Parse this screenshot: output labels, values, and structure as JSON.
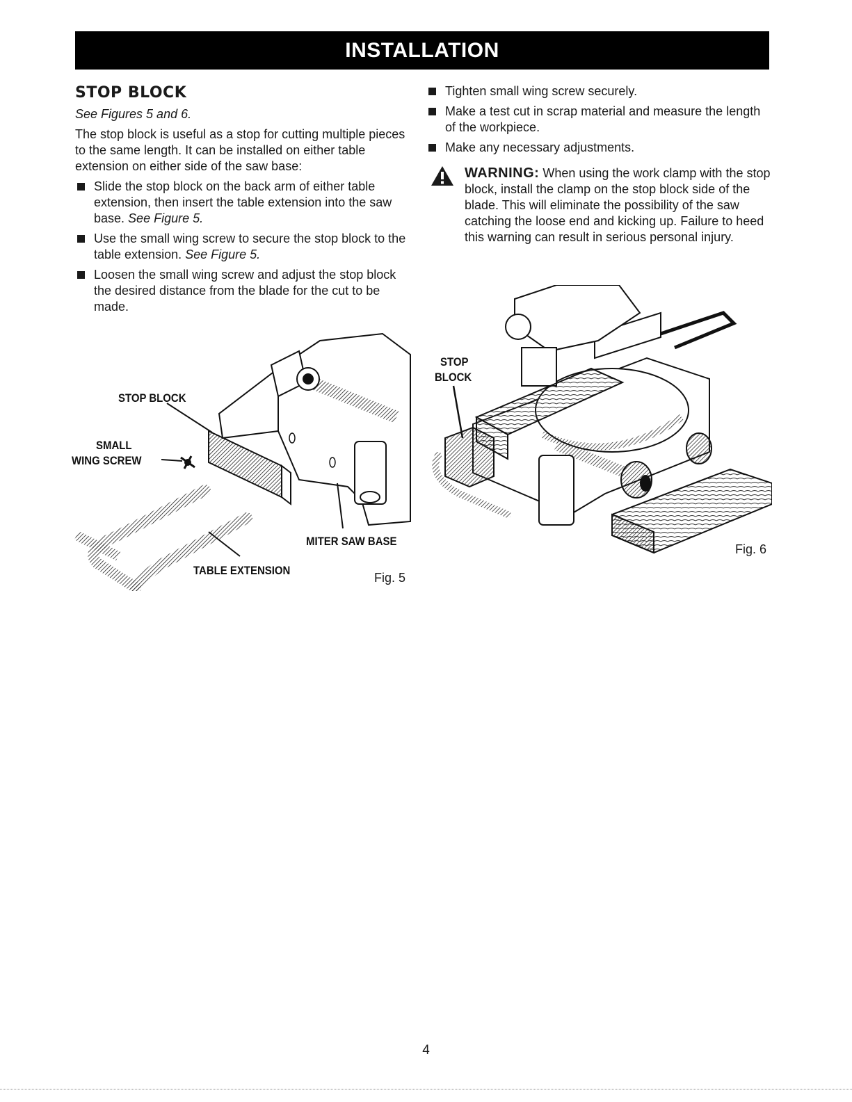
{
  "header": {
    "title": "INSTALLATION"
  },
  "section": {
    "title": "STOP BLOCK",
    "see_figures": "See Figures 5 and 6.",
    "intro": "The stop block is useful as a stop for cutting multiple pieces to the same length. It can be installed on either table extension on either side of the saw base:"
  },
  "left_bullets": [
    {
      "text": "Slide the stop block on the back arm of either table extension, then insert the table extension into the saw base. ",
      "ref": "See Figure 5."
    },
    {
      "text": "Use the small wing screw to secure the stop block to the table extension. ",
      "ref": "See Figure 5."
    },
    {
      "text": "Loosen the small wing screw and adjust the stop block the desired distance from the blade for the cut to be made.",
      "ref": ""
    }
  ],
  "right_bullets": [
    {
      "text": "Tighten small wing screw securely."
    },
    {
      "text": "Make a test cut in scrap material and measure the length of the workpiece."
    },
    {
      "text": "Make any necessary adjustments."
    }
  ],
  "warning": {
    "label": "WARNING:",
    "text": " When using the work clamp with the stop block, install the clamp on the stop block side of the blade. This will eliminate the possibility of the saw catching the loose end and kicking up. Failure to heed this warning can result in serious personal injury.",
    "icon": "warning-triangle-icon"
  },
  "fig5": {
    "label": "Fig. 5",
    "callouts": {
      "stop_block": "STOP BLOCK",
      "small_wing_screw_1": "SMALL",
      "small_wing_screw_2": "WING SCREW",
      "miter_saw_base": "MITER SAW BASE",
      "table_extension": "TABLE EXTENSION"
    }
  },
  "fig6": {
    "label": "Fig. 6",
    "callouts": {
      "stop_1": "STOP",
      "stop_2": "BLOCK"
    }
  },
  "page_number": "4"
}
